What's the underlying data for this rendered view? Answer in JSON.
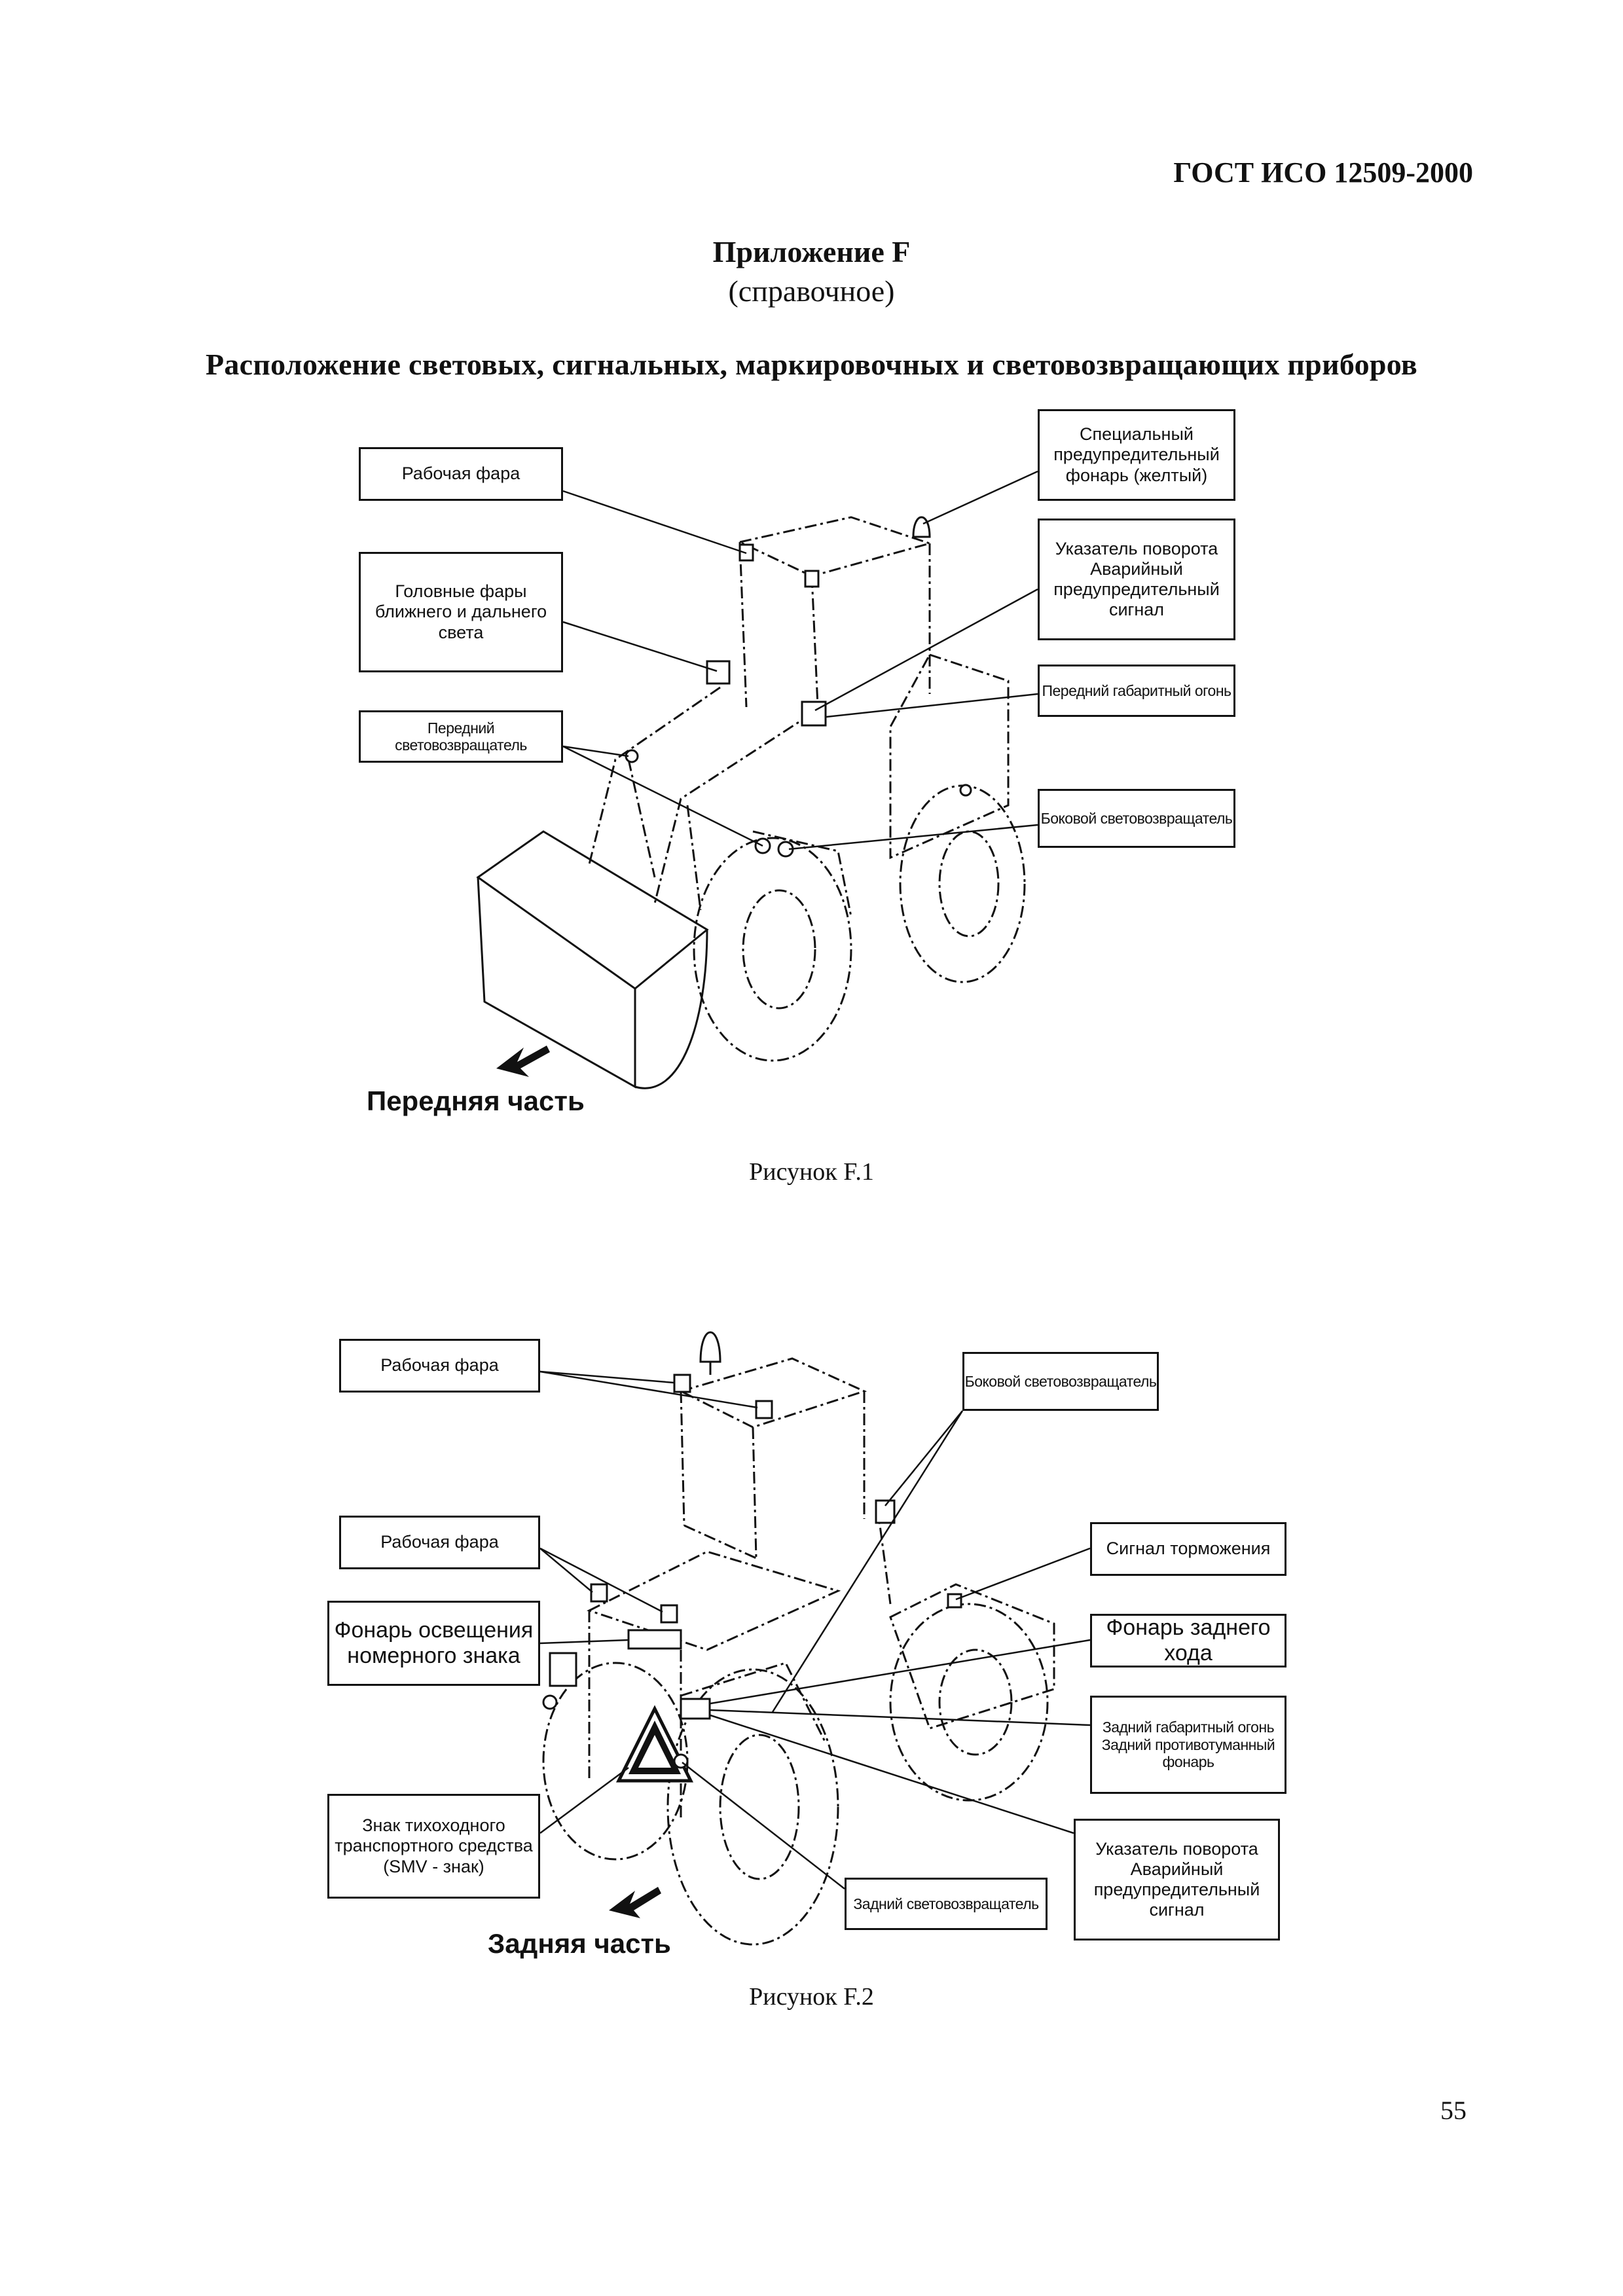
{
  "header": {
    "standard": "ГОСТ ИСО 12509-2000"
  },
  "appendix": {
    "title": "Приложение F",
    "note": "(справочное)"
  },
  "main_title": "Расположение световых, сигнальных, маркировочных и световозвращающих приборов",
  "figure1": {
    "labels": {
      "work_lamp": "Рабочая фара",
      "headlamps": "Головные фары\nближнего и дальнего\nсвета",
      "front_reflector": "Передний световозвращатель",
      "special_warning": "Специальный\nпредупредительный\nфонарь (желтый)",
      "turn_signal": "Указатель поворота\nАварийный\nпредупредительный\nсигнал",
      "front_position": "Передний габаритный огонь",
      "side_reflector": "Боковой световозвращатель"
    },
    "direction": "Передняя часть",
    "caption": "Рисунок F.1"
  },
  "figure2": {
    "labels": {
      "work_lamp_top": "Рабочая фара",
      "work_lamp_rear": "Рабочая фара",
      "plate_lamp": "Фонарь освещения\nномерного знака",
      "smv_sign": "Знак тихоходного\nтранспортного средства\n(SMV - знак)",
      "side_reflector": "Боковой световозвращатель",
      "brake_signal": "Сигнал торможения",
      "reverse_lamp": "Фонарь заднего хода",
      "rear_position_fog": "Задний габаритный огонь\nЗадний противотуманный\nфонарь",
      "turn_signal": "Указатель поворота\nАварийный\nпредупредительный\nсигнал",
      "rear_reflector": "Задний световозвращатель"
    },
    "direction": "Задняя часть",
    "caption": "Рисунок F.2"
  },
  "page_number": "55"
}
